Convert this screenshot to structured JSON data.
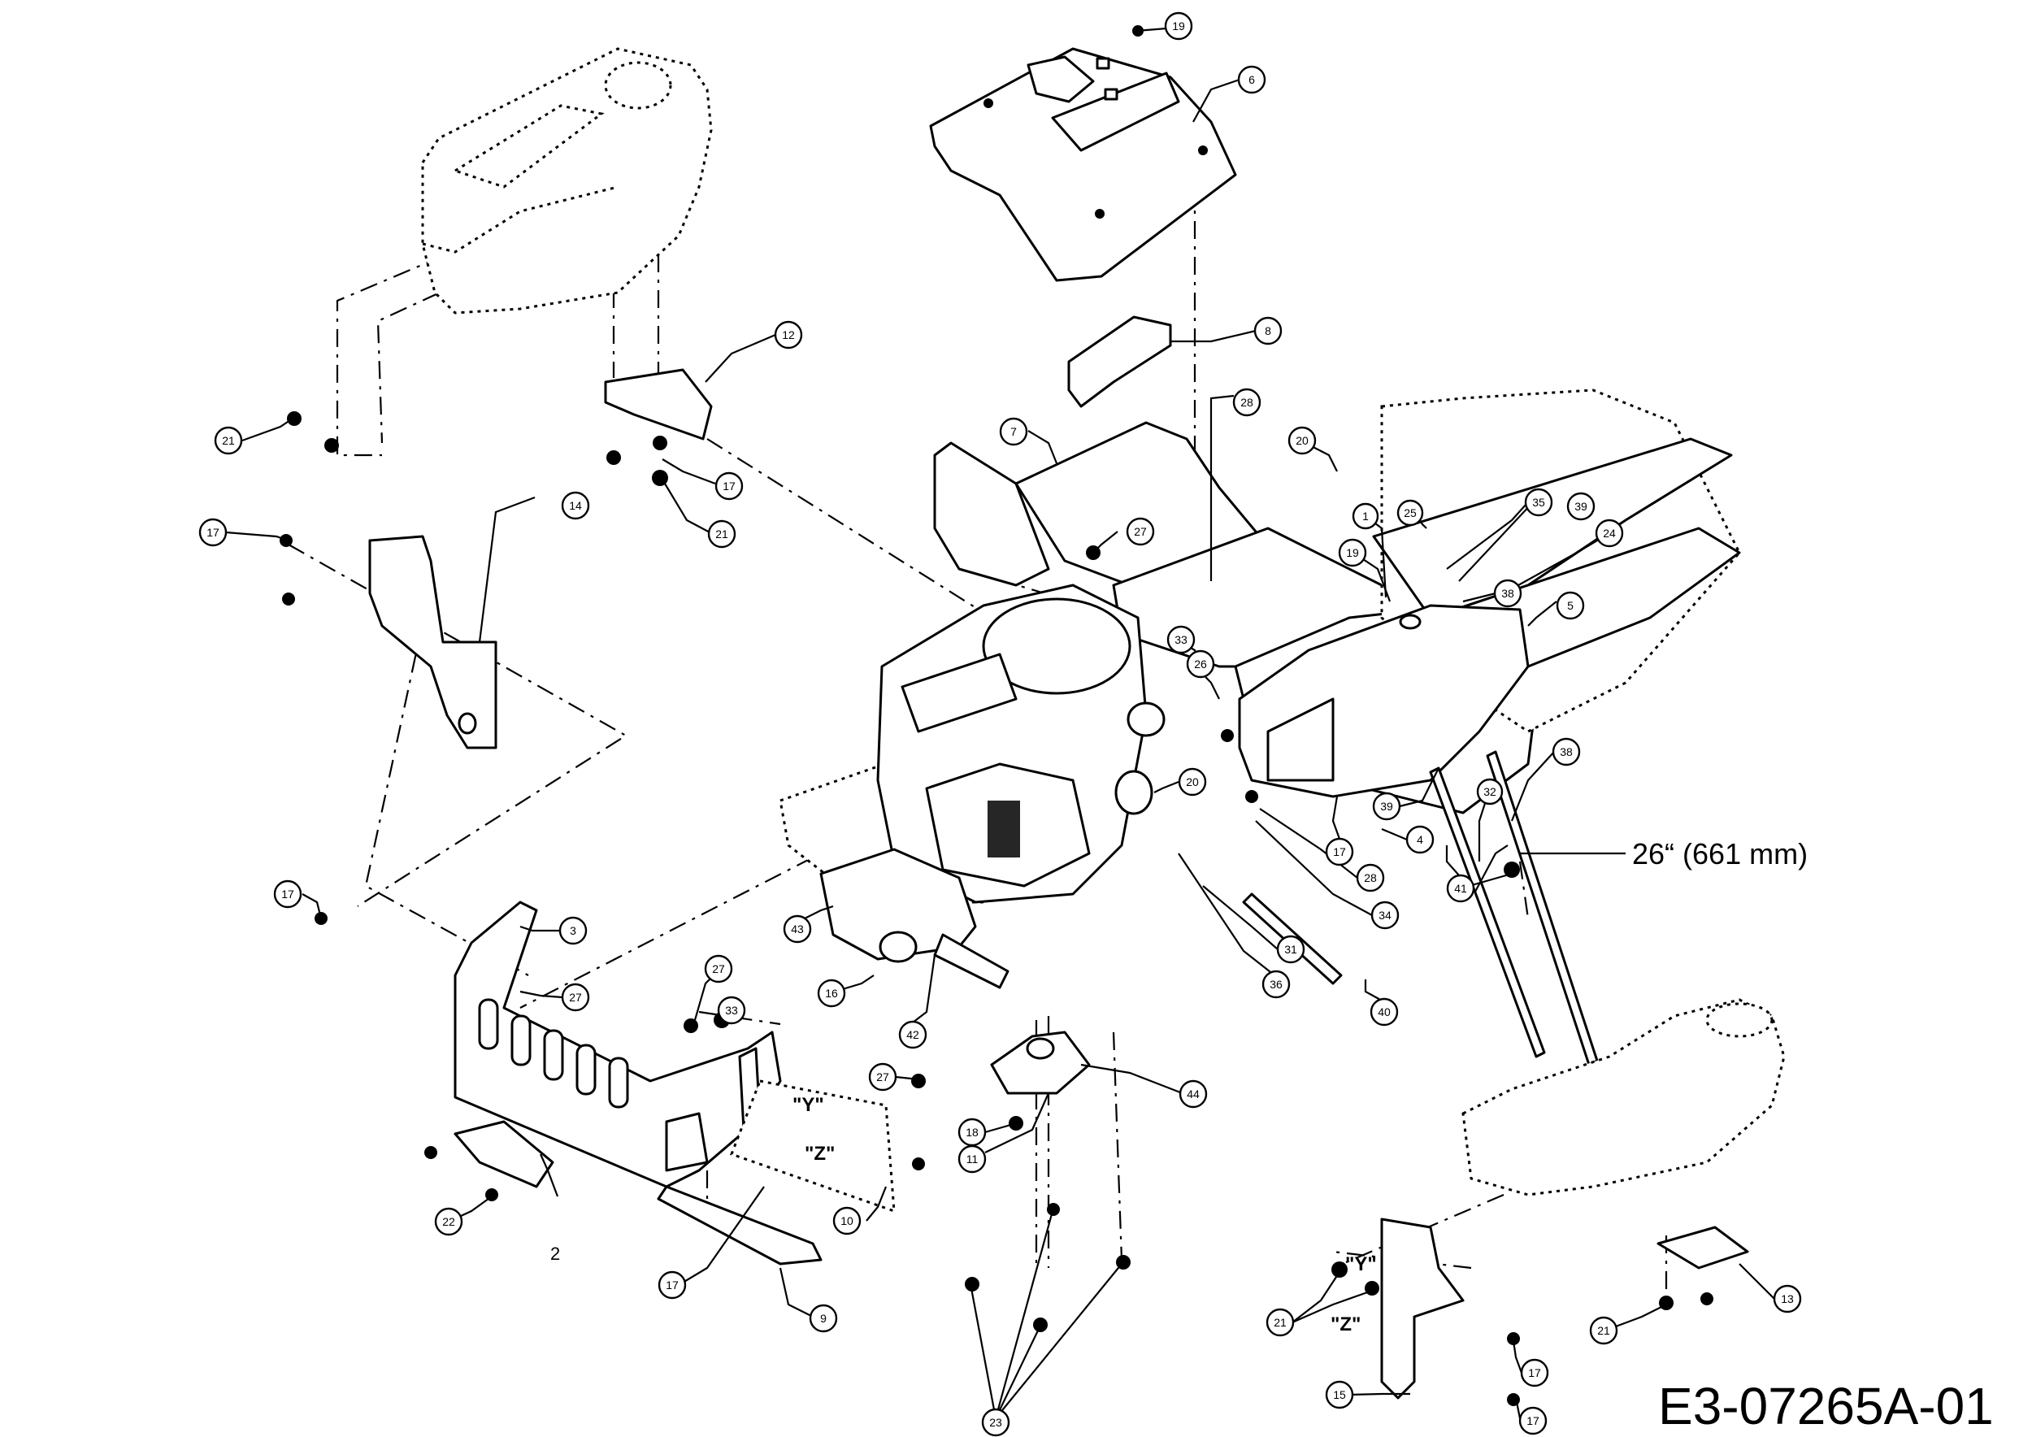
{
  "drawing_code": "E3-07265A-01",
  "dimension": "26“ (661 mm)",
  "letter_labels": [
    "\"Y\"",
    "\"Z\"",
    "\"Y\"",
    "\"Z\""
  ],
  "plain_label": "2",
  "callouts": [
    "19",
    "6",
    "8",
    "28",
    "20",
    "7",
    "27",
    "12",
    "21",
    "17",
    "21",
    "14",
    "17",
    "1",
    "25",
    "35",
    "39",
    "24",
    "19",
    "38",
    "5",
    "33",
    "26",
    "20",
    "38",
    "39",
    "32",
    "17",
    "4",
    "28",
    "41",
    "34",
    "31",
    "36",
    "40",
    "17",
    "3",
    "27",
    "43",
    "16",
    "42",
    "27",
    "33",
    "27",
    "44",
    "18",
    "11",
    "10",
    "22",
    "17",
    "9",
    "23",
    "21",
    "13",
    "21",
    "15",
    "17",
    "17"
  ]
}
